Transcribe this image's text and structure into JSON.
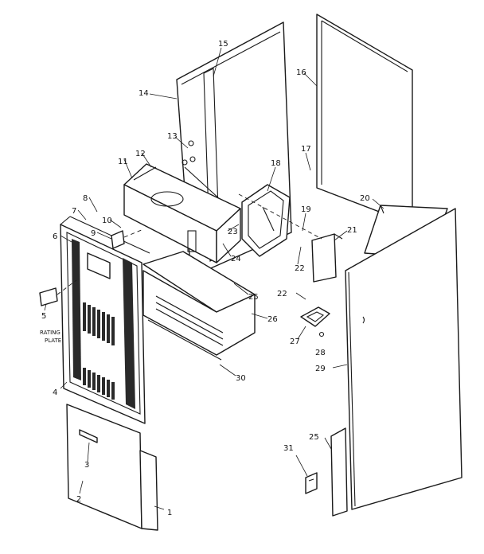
{
  "diagram": {
    "callouts": [
      "1",
      "2",
      "3",
      "4",
      "5",
      "6",
      "7",
      "8",
      "9",
      "10",
      "11",
      "12",
      "13",
      "14",
      "15",
      "16",
      "17",
      "18",
      "19",
      "20",
      "21",
      "22",
      "22",
      "23",
      "24",
      "25",
      "25",
      "26",
      "27",
      "28",
      "29",
      "30",
      "31"
    ],
    "rating_plate_label": [
      "RATING",
      "PLATE"
    ]
  }
}
